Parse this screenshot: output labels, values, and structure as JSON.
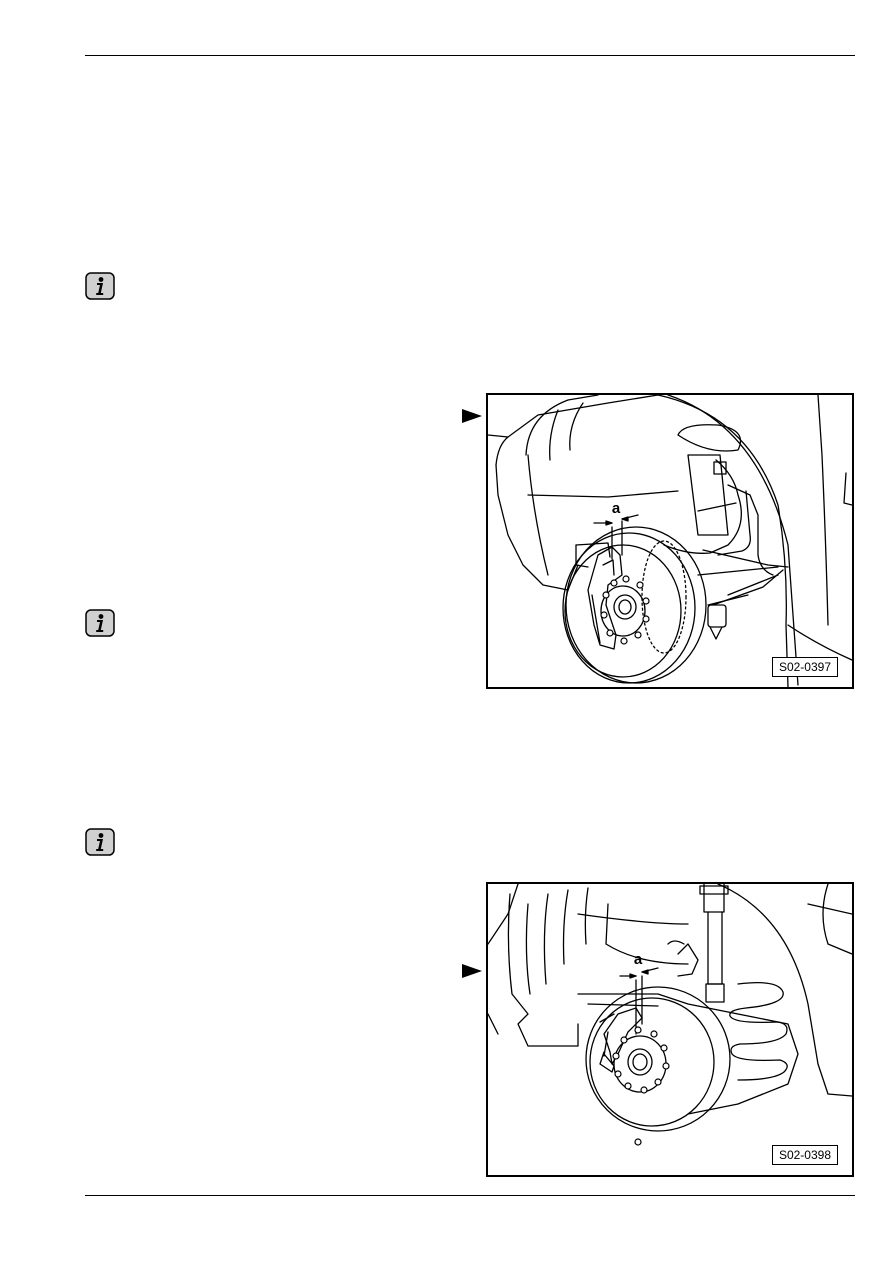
{
  "figures": [
    {
      "id_label": "S02-0397",
      "dimension_label": "a"
    },
    {
      "id_label": "S02-0398",
      "dimension_label": "a"
    }
  ],
  "icons": {
    "note": "info-note-icon",
    "pointer": "pointer-arrow-icon"
  }
}
